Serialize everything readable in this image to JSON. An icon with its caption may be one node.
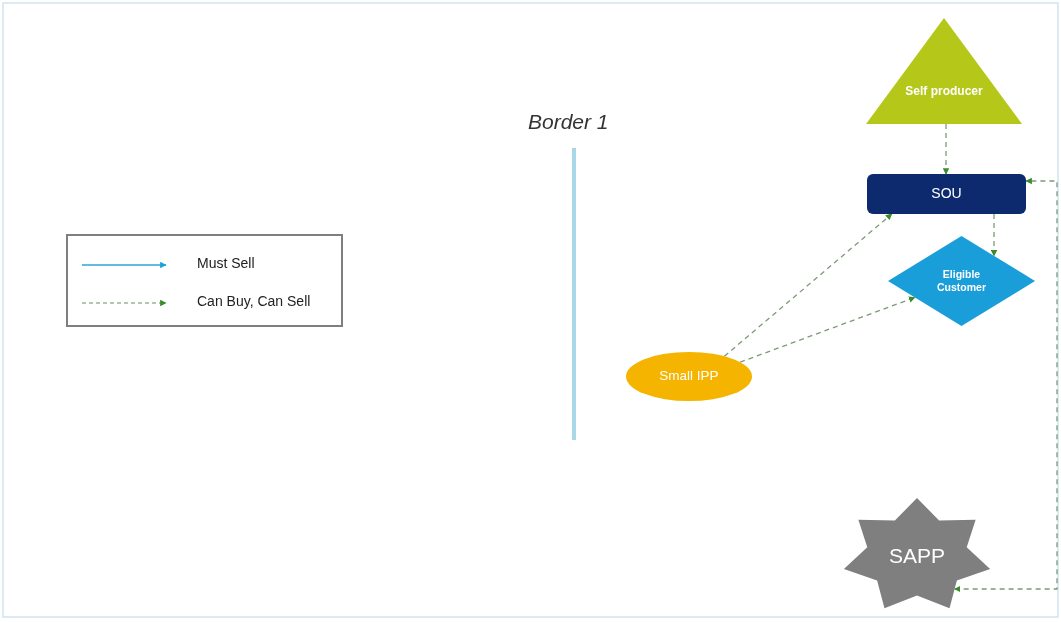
{
  "diagram": {
    "nodes": [
      {
        "text": [
          "Self producer"
        ]
      },
      {
        "text": [
          "SOU"
        ]
      },
      {
        "text": [
          "Eligible Customer"
        ]
      },
      {
        "text": [
          "Small IPP"
        ]
      },
      {
        "text": [
          "SAPP"
        ]
      }
    ],
    "edges": [
      {
        "from": 0,
        "to": 1,
        "arrow": "to",
        "style": "dashed"
      },
      {
        "from": 1,
        "to": 2,
        "arrow": "to",
        "style": "dashed"
      },
      {
        "from": 3,
        "to": 1,
        "arrow": "to",
        "style": "dashed"
      },
      {
        "from": 3,
        "to": 2,
        "arrow": "to",
        "style": "dashed"
      },
      {
        "from": 4,
        "to": 1,
        "arrow": "both",
        "style": "dashed"
      }
    ],
    "labels": [
      "Border 1"
    ],
    "legend": [
      {
        "text": "Must Sell"
      },
      {
        "text": "Can Buy, Can Sell"
      }
    ]
  }
}
